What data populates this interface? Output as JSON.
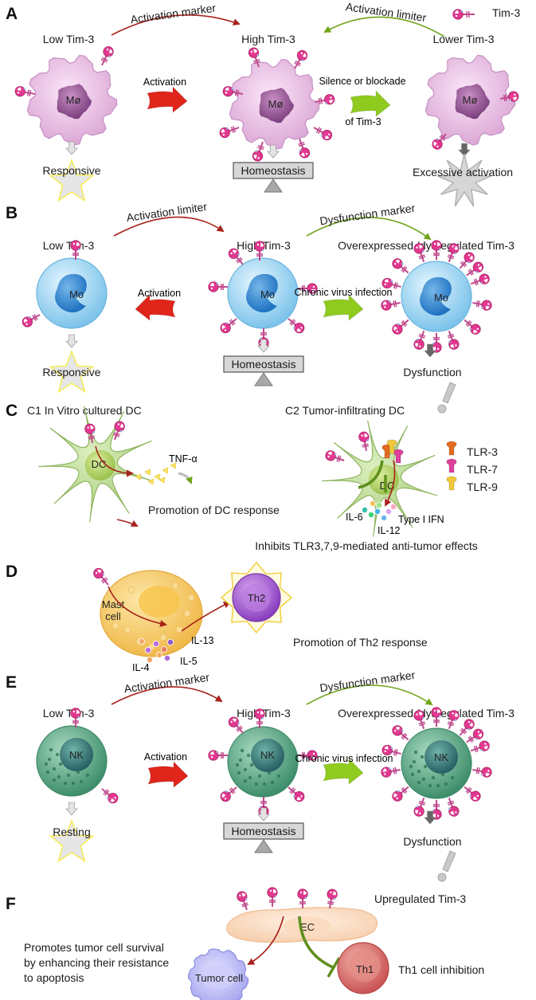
{
  "legend": {
    "tim3": "Tim-3",
    "tlr3": "TLR-3",
    "tlr7": "TLR-7",
    "tlr9": "TLR-9"
  },
  "panelA": {
    "letter": "A",
    "arrow1": "Activation marker",
    "arrow2": "Activation limiter",
    "low": "Low Tim-3",
    "high": "High Tim-3",
    "lower": "Lower Tim-3",
    "cell": "Mø",
    "activation": "Activation",
    "silence1": "Silence or blockade",
    "silence2": "of Tim-3",
    "out1": "Responsive",
    "out2": "Homeostasis",
    "out3": "Excessive activation"
  },
  "panelB": {
    "letter": "B",
    "arrow1": "Activation limiter",
    "arrow2": "Dysfunction marker",
    "low": "Low Tim-3",
    "high": "High Tim-3",
    "over": "Overexpressed /dysregulated Tim-3",
    "cell": "Mo",
    "activation": "Activation",
    "chronic": "Chronic virus infection",
    "out1": "Responsive",
    "out2": "Homeostasis",
    "out3": "Dysfunction"
  },
  "panelC": {
    "letter": "C",
    "c1": "C1 In Vitro cultured DC",
    "c2": "C2 Tumor-infiltrating DC",
    "cell": "DC",
    "tnf": "TNF-α",
    "promotion": "Promotion of DC response",
    "il6": "IL-6",
    "il12": "IL-12",
    "ifn": "Type I IFN",
    "inhibits": "Inhibits TLR3,7,9-mediated anti-tumor effects"
  },
  "panelD": {
    "letter": "D",
    "mast1": "Mast",
    "mast2": "cell",
    "th2": "Th2",
    "il4": "IL-4",
    "il5": "IL-5",
    "il13": "IL-13",
    "promotion": "Promotion of Th2 response"
  },
  "panelE": {
    "letter": "E",
    "arrow1": "Activation marker",
    "arrow2": "Dysfunction marker",
    "low": "Low Tim-3",
    "high": "High Tim-3",
    "over": "Overexpressed /dysregulated Tim-3",
    "cell": "NK",
    "activation": "Activation",
    "chronic": "Chronic virus infection",
    "out1": "Resting",
    "out2": "Homeostasis",
    "out3": "Dysfunction"
  },
  "panelF": {
    "letter": "F",
    "upreg": "Upregulated Tim-3",
    "ec": "EC",
    "tumor": "Tumor cell",
    "th1": "Th1",
    "th1inh": "Th1 cell inhibition",
    "promo1": "Promotes tumor cell survival",
    "promo2": "by enhancing their resistance",
    "promo3": "to apoptosis"
  },
  "colors": {
    "tim3": "#e2388f",
    "macrophage": "#e7bfe3",
    "monocyte": "#9ed7f2",
    "dc": "#b8d68a",
    "nk": "#5fa98a",
    "mast": "#f7cf6c",
    "th2": "#9b56c9",
    "th1": "#d96b6b",
    "red_arrow": "#e0261b",
    "green_arrow": "#8fcb1f"
  }
}
